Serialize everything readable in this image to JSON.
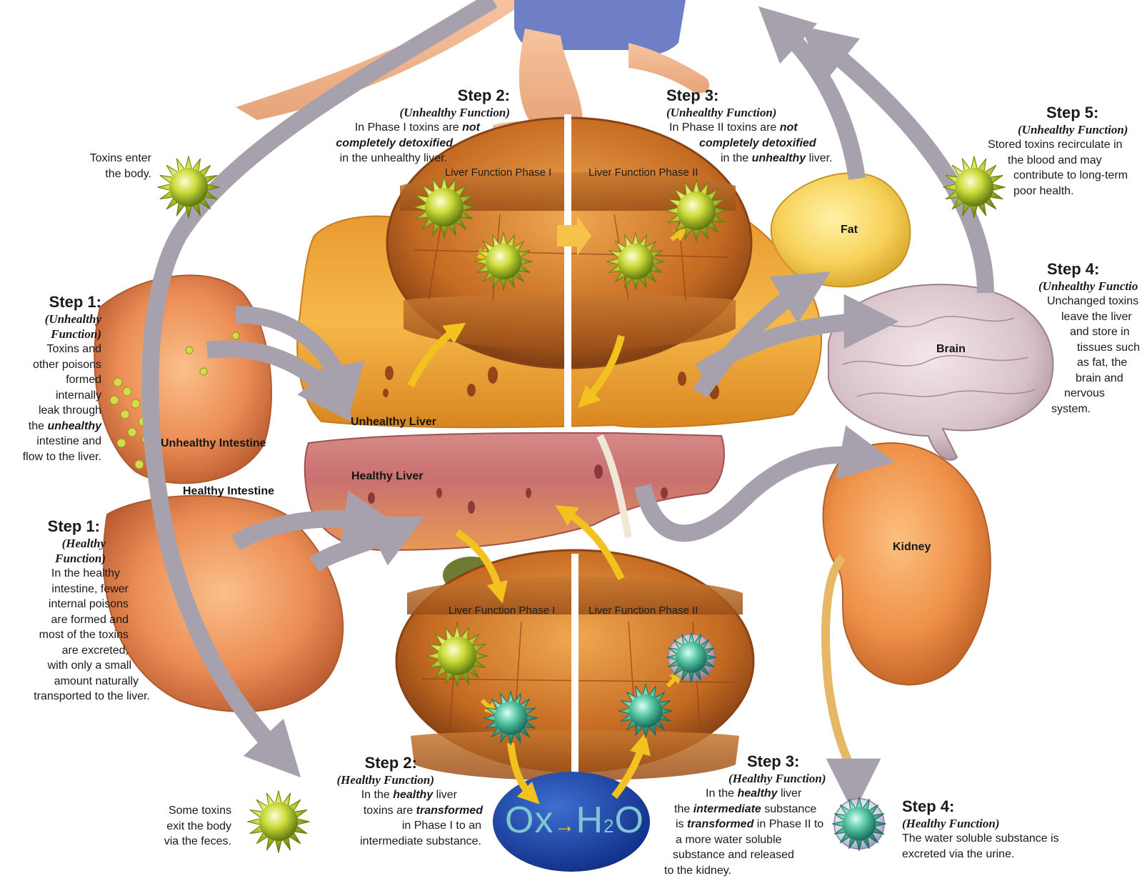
{
  "organs": {
    "unhealthy_intestine": "Unhealthy Intestine",
    "healthy_intestine": "Healthy Intestine",
    "unhealthy_liver": "Unhealthy Liver",
    "healthy_liver": "Healthy Liver",
    "fat": "Fat",
    "brain": "Brain",
    "kidney": "Kidney"
  },
  "phase_labels": {
    "top_phase1": "Liver Function Phase I",
    "top_phase2": "Liver Function Phase II",
    "bottom_phase1": "Liver Function Phase I",
    "bottom_phase2": "Liver Function Phase II"
  },
  "captions": {
    "toxins_enter": [
      "Toxins enter",
      "the body."
    ],
    "toxins_exit": [
      "Some toxins",
      "exit the body",
      "via the feces."
    ]
  },
  "ox_label": {
    "ox": "Ox",
    "arrow": "→",
    "h": "H",
    "sub": "2",
    "o": "O"
  },
  "steps": {
    "unhealthy_step1": {
      "title": "Step 1:",
      "subtitle": [
        "(Unhealthy",
        "Function)"
      ],
      "lines": [
        "Toxins and",
        "other poisons",
        "formed",
        "internally",
        "leak through"
      ],
      "line6_pre": "the ",
      "line6_em": "unhealthy",
      "lines_after": [
        "intestine and",
        "flow to the liver."
      ]
    },
    "healthy_step1": {
      "title": "Step 1:",
      "subtitle": [
        "(Healthy",
        "Function)"
      ],
      "lines": [
        "In the healthy",
        "intestine, fewer",
        "internal poisons",
        "are formed and",
        "most of the toxins",
        "are excreted,",
        "with only a small",
        "amount naturally",
        "transported to the liver."
      ]
    },
    "unhealthy_step2": {
      "title": "Step 2:",
      "subtitle": "(Unhealthy Function)",
      "l1_pre": "In Phase I toxins are ",
      "l1_em": "not",
      "l2_em": "completely detoxified",
      "l3": "in the unhealthy liver."
    },
    "unhealthy_step3": {
      "title": "Step 3:",
      "subtitle": "(Unhealthy Function)",
      "l1_pre": "In Phase II toxins are ",
      "l1_em": "not",
      "l2_em": "completely detoxified",
      "l3_pre": "in the ",
      "l3_em": "unhealthy",
      "l3_post": " liver."
    },
    "unhealthy_step4": {
      "title": "Step 4:",
      "subtitle": "(Unhealthy Functio",
      "lines": [
        "Unchanged toxins",
        "leave the liver",
        "and store in",
        "tissues such",
        "as fat, the",
        "brain and",
        "nervous",
        "system."
      ]
    },
    "unhealthy_step5": {
      "title": "Step 5:",
      "subtitle": "(Unhealthy Function)",
      "lines": [
        "Stored toxins recirculate in",
        "the blood and may",
        "contribute to long-term",
        "poor health."
      ]
    },
    "healthy_step2": {
      "title": "Step 2:",
      "subtitle": "(Healthy Function)",
      "l1_pre": "In the ",
      "l1_em": "healthy",
      "l1_post": " liver",
      "l2_pre": "toxins are ",
      "l2_em": "transformed",
      "l3": "in Phase I to an",
      "l4": "intermediate substance."
    },
    "healthy_step3": {
      "title": "Step 3:",
      "subtitle": "(Healthy Function)",
      "l1_pre": "In the ",
      "l1_em": "healthy",
      "l1_post": " liver",
      "l2_pre": "the ",
      "l2_em": "intermediate",
      "l2_post": " substance",
      "l3_pre": "is ",
      "l3_em": "transformed",
      "l3_post": " in Phase II to",
      "l4": "a more water soluble",
      "l5": "substance and released",
      "l6": "to the kidney."
    },
    "healthy_step4": {
      "title": "Step 4:",
      "subtitle": "(Healthy Function)",
      "lines": [
        "The water soluble substance is",
        "excreted via the urine."
      ]
    }
  }
}
